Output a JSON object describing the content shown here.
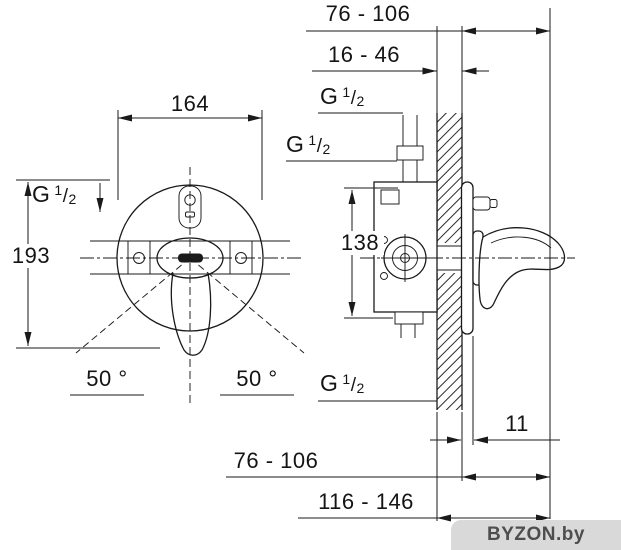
{
  "labels": {
    "g": "G",
    "g_num": "1",
    "g_slash": "/",
    "g_den": "2"
  },
  "front_view": {
    "diameter": "164",
    "height": "193",
    "swing_left": "50 °",
    "swing_right": "50 °"
  },
  "side_view": {
    "depth_top": "76 - 106",
    "wall_range": "16 - 46",
    "port_distance": "138",
    "trim_depth": "11",
    "depth_bottom": "76 - 106",
    "total_depth": "116 - 146"
  },
  "watermark": {
    "text": "BYZON.by"
  }
}
